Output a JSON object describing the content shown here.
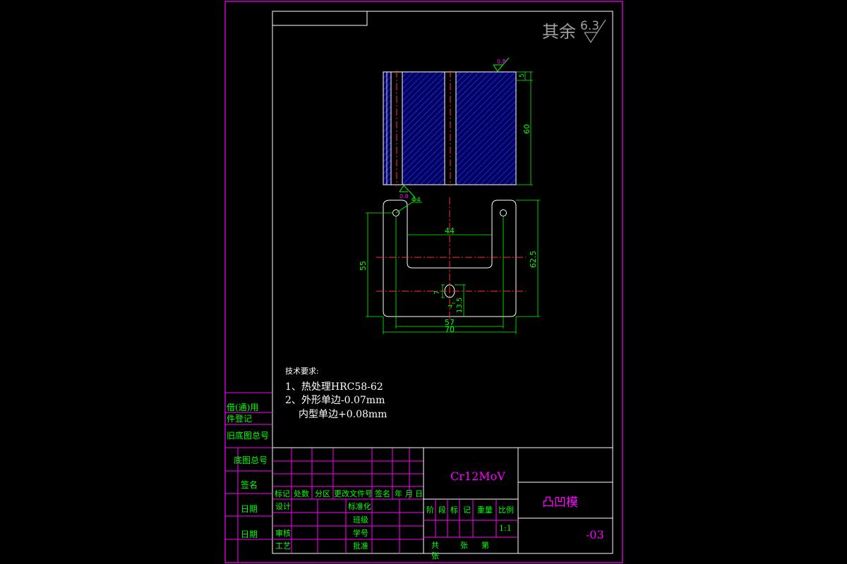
{
  "roughness": {
    "other_label": "其余",
    "other_value": "6.3",
    "top_value": "0.8",
    "bottom_value": "0.8"
  },
  "dimensions": {
    "top_view_width_small": "5",
    "top_view_height": "60",
    "hole_dia": "Φ4",
    "inner_width": "44",
    "left_height": "55",
    "right_height": "62.5",
    "slot_width": "7",
    "slot_bottom": "4",
    "slot_height": "13.5",
    "hole_span": "57",
    "overall_width": "70"
  },
  "tech_requirements": {
    "heading": "技术要求:",
    "item1": "1、热处理HRC58-62",
    "item2": "2、外形单边-0.07mm",
    "item3": "内型单边+0.08mm"
  },
  "left_stamps": {
    "r1": "借(通)用",
    "r2": "件登记",
    "r3": "旧底图总号",
    "r4": "底图总号",
    "r5": "签名",
    "r6": "日期",
    "r7": "日期"
  },
  "title_block": {
    "material": "Cr12MoV",
    "part_name": "凸凹模",
    "drawing_no": "-03",
    "scale": "1:1",
    "rev_header": [
      "标记",
      "处数",
      "分区",
      "更改文件号",
      "签名",
      "年",
      "月",
      "日"
    ],
    "row_design": "设计",
    "row_review": "审核",
    "row_process": "工艺",
    "row_std": "标准化",
    "row_grade": "班级",
    "row_student": "学号",
    "row_approve": "批准",
    "stage_header": [
      "阶",
      "段",
      "标",
      "记",
      "重量",
      "比例"
    ],
    "sheets": [
      "共",
      "张",
      "第",
      "张"
    ]
  }
}
